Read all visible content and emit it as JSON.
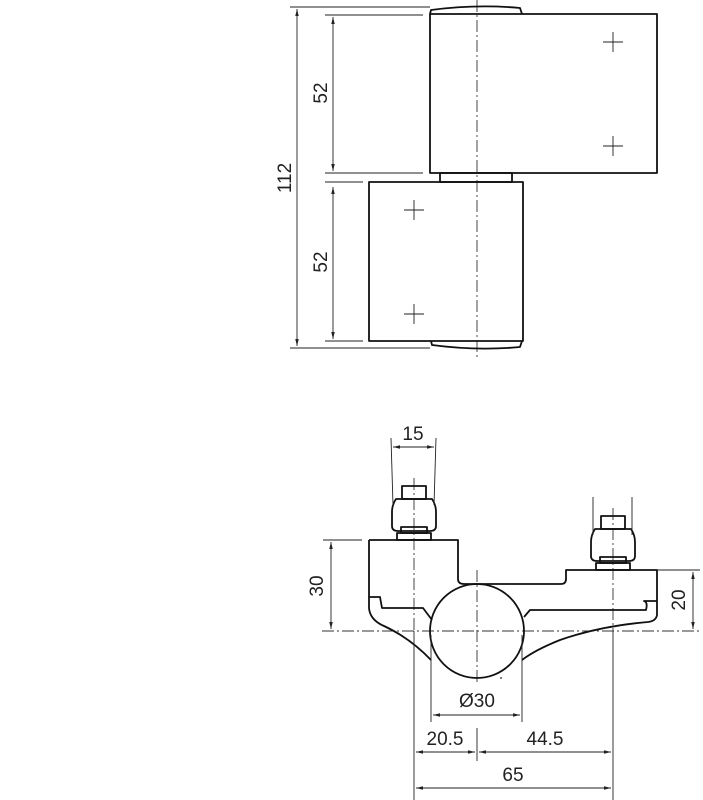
{
  "drawing": {
    "side_view": {
      "dim_total": "112",
      "dim_upper": "52",
      "dim_lower": "52"
    },
    "top_view": {
      "dim_bolt_width": "15",
      "dim_height_left": "30",
      "dim_height_right": "20",
      "dim_pin_diameter": "Ø30",
      "dim_left_offset": "20.5",
      "dim_right_offset": "44.5",
      "dim_total_width": "65"
    }
  }
}
